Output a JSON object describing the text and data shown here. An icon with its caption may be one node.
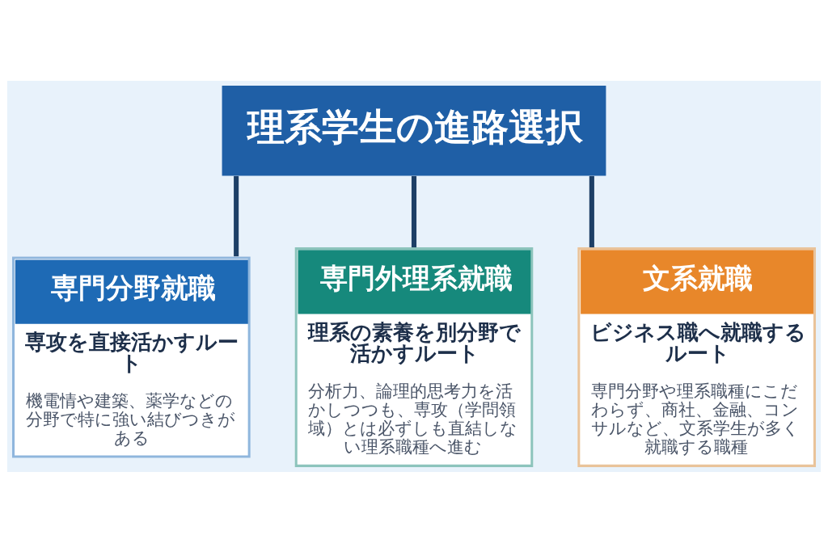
{
  "diagram": {
    "nodes": [
      {
        "text": [
          "理系学生の進路選択"
        ]
      },
      {
        "text": [
          "専門分野就職",
          "専攻を直接活かすルート",
          "機電情や建築、薬学などの分野で特に強い結びつきがある"
        ]
      },
      {
        "text": [
          "専門外理系就職",
          "理系の素養を別分野で活かすルート",
          "分析力、論理的思考力を活かしつつも、専攻（学問領域）とは必ずしも直結しない理系職種へ進む"
        ]
      },
      {
        "text": [
          "文系就職",
          "ビジネス職へ就職するルート",
          "専門分野や理系職種にこだわらず、商社、金融、コンサルなど、文系学生が多く就職する職種"
        ]
      }
    ],
    "edges": [
      {
        "from": 0,
        "to": 1,
        "arrow": "none"
      },
      {
        "from": 0,
        "to": 2,
        "arrow": "none"
      },
      {
        "from": 0,
        "to": 3,
        "arrow": "none"
      }
    ]
  }
}
